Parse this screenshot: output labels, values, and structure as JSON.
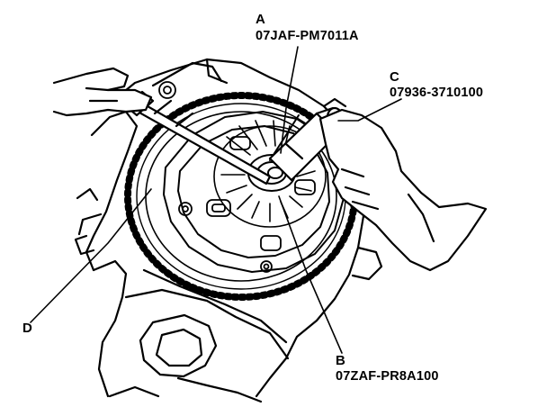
{
  "callouts": {
    "a": {
      "letter": "A",
      "part_number": "07JAF-PM7011A"
    },
    "b": {
      "letter": "B",
      "part_number": "07ZAF-PR8A100"
    },
    "c": {
      "letter": "C",
      "part_number": "07936-3710100"
    },
    "d": {
      "letter": "D"
    }
  },
  "colors": {
    "ink": "#000000",
    "paper": "#ffffff"
  }
}
